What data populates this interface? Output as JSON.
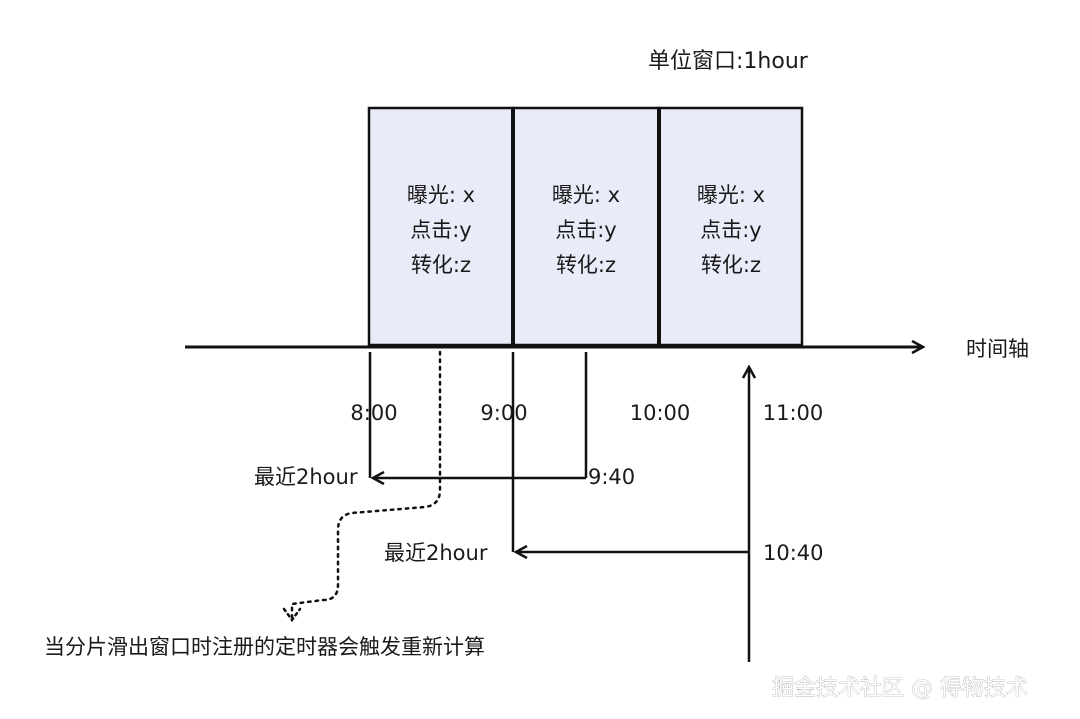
{
  "unit_window_label": "单位窗口:1hour",
  "windows": [
    {
      "metric_1": "曝光: x",
      "metric_2": "点击:y",
      "metric_3": "转化:z"
    },
    {
      "metric_1": "曝光: x",
      "metric_2": "点击:y",
      "metric_3": "转化:z"
    },
    {
      "metric_1": "曝光: x",
      "metric_2": "点击:y",
      "metric_3": "转化:z"
    }
  ],
  "axis_label": "时间轴",
  "ticks": [
    "8:00",
    "9:00",
    "10:00",
    "11:00"
  ],
  "query_1": {
    "time": "9:40",
    "range_label": "最近2hour"
  },
  "query_2": {
    "time": "10:40",
    "range_label": "最近2hour"
  },
  "note": "当分片滑出窗口时注册的定时器会触发重新计算",
  "watermark": "掘金技术社区 @ 得物技术",
  "colors": {
    "window_fill": "#e9ecf8",
    "stroke": "#111111"
  }
}
